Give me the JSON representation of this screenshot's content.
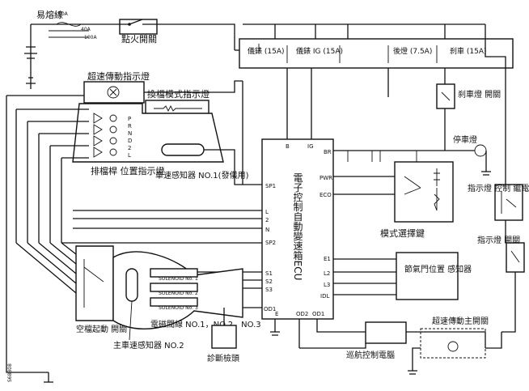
{
  "labels": {
    "fuse_link_main": "易熔線",
    "fuse_link_main_rating": "80A",
    "fuse_link_40a": "40A",
    "fuse_link_100a": "100A",
    "ignition_switch": "點火開關",
    "od_indicator": "超速傳動指示燈",
    "shift_mode_indicator": "換檔模式指示燈",
    "gear_position_indicator": "排檔桿 位置指示燈",
    "speed_sensor_1": "車速感知器 NO.1(發儀用)",
    "fuse_panel": {
      "f1": "儀錶 (15A)",
      "f2": "儀錶 IG (15A)",
      "f3": "後燈 (7.5A)",
      "f4": "刹車 (15A)"
    },
    "stop_light_switch": "刹車燈 開關",
    "stop_lamp": "停車燈",
    "pattern_select_switch": "模式選擇鍵",
    "indicator_relay": "指示燈 控制 繼電器",
    "indicator_switch": "指示燈 開關",
    "ecu": "電子控制自動變速箱ECU",
    "neutral_start_switch": "空檔起動 開關",
    "main_speed_sensor": "主車速感知器 NO.2",
    "solenoid_valve": "電磁閥線 NO.1，NO.2，NO.3",
    "diagnosis": "診斷檢頭",
    "throttle_sensor": "節氣門位置 感知器",
    "cruise_control": "巡航控制電腦",
    "od_main_switch": "超速傳動主開關",
    "solenoids": [
      "SOLENOID No. 1",
      "SOLENOID No. 2",
      "SOLENOID No. 3"
    ],
    "ecu_pins_top": [
      "B",
      "IG"
    ],
    "ecu_pins_left": [
      "SP1",
      "L",
      "2",
      "N",
      "SP2",
      "S1",
      "S2",
      "S3",
      "OD1"
    ],
    "ecu_pins_right": [
      "BR",
      "PWR",
      "ECO",
      "E1",
      "L2",
      "L3",
      "IDL"
    ],
    "ecu_pins_bottom": [
      "E",
      "OD2",
      "OD1"
    ],
    "gear_letters": [
      "P",
      "R",
      "N",
      "D",
      "2",
      "L"
    ],
    "mode_letters": [
      "P",
      "N"
    ],
    "id_code": "S68808"
  }
}
